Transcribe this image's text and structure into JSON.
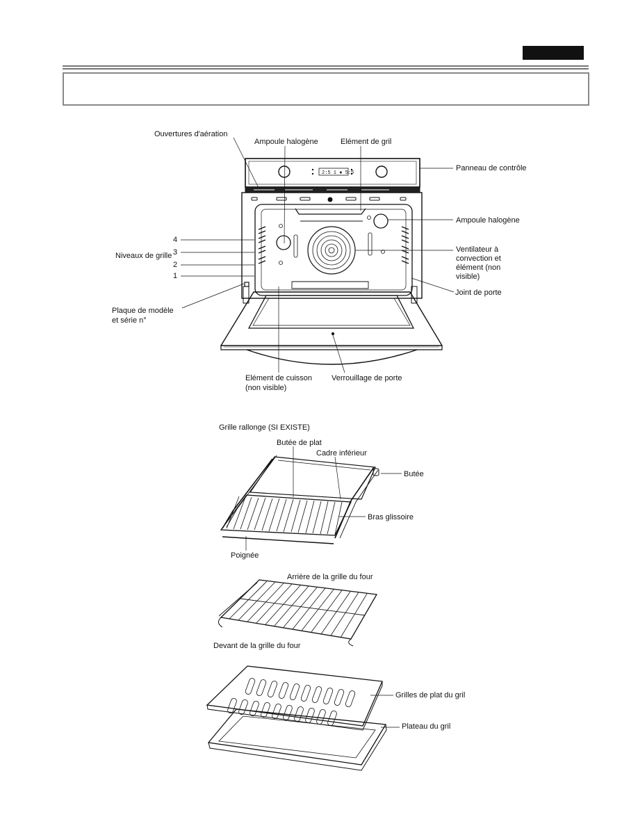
{
  "labels": {
    "ouvertures": "Ouvertures d'aération",
    "ampoule_top": "Ampoule halogène",
    "element_gril": "Elément de gril",
    "panneau": "Panneau de contrôle",
    "ampoule_right": "Ampoule halogène",
    "niveau4": "4",
    "niveau3": "3",
    "niveaux": "Niveaux de grille",
    "niveau2": "2",
    "niveau1": "1",
    "ventilateur": [
      "Ventilateur à",
      "convection et",
      "élément (non",
      "visible)"
    ],
    "joint": "Joint de porte",
    "plaque": [
      "Plaque de modèle",
      "et série n°"
    ],
    "element_cuisson": [
      "Elément de cuisson",
      "(non visible)"
    ],
    "verrouillage": "Verrouillage de porte",
    "grille_rallonge": "Grille rallonge (SI EXISTE)",
    "butee_plat": "Butée de plat",
    "cadre": "Cadre inférieur",
    "butee": "Butée",
    "bras": "Bras glissoire",
    "poignee": "Poignée",
    "arriere": "Arrière de la grille du four",
    "devant": "Devant de la grille du four",
    "grilles_plat": "Grilles de plat du gril",
    "plateau": "Plateau du gril"
  },
  "display_text": "2:5 1 ♦ 5:5"
}
